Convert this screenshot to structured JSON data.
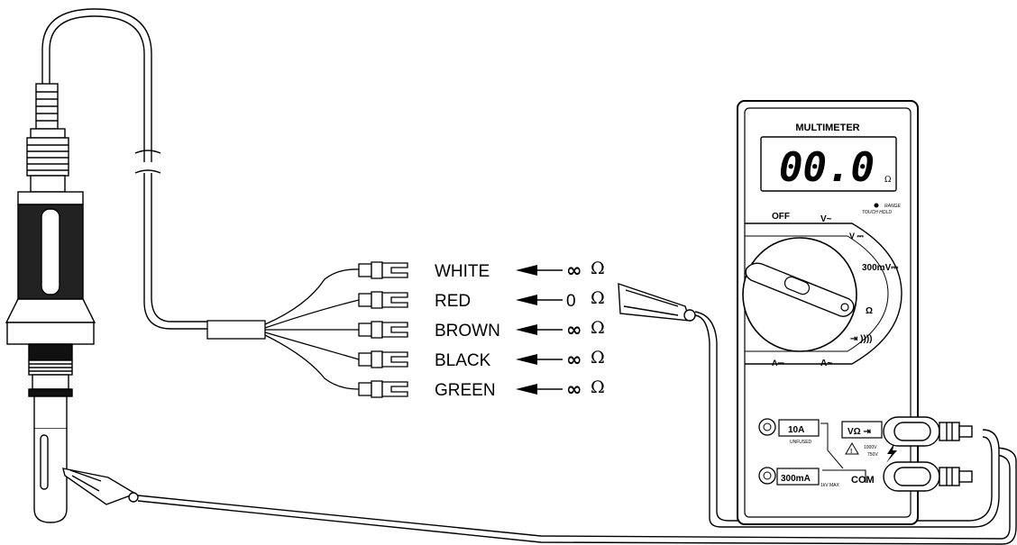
{
  "wires": [
    {
      "color": "WHITE",
      "reading": "∞"
    },
    {
      "color": "RED",
      "reading": "0"
    },
    {
      "color": "BROWN",
      "reading": "∞"
    },
    {
      "color": "BLACK",
      "reading": "∞"
    },
    {
      "color": "GREEN",
      "reading": "∞"
    }
  ],
  "ohm_symbol": "Ω",
  "multimeter": {
    "title": "MULTIMETER",
    "display_value": "00.0",
    "display_unit": "Ω",
    "range_label": "RANGE",
    "touch_hold_label": "TOUCH HOLD",
    "dial": {
      "off": "OFF",
      "v_ac": "V~",
      "v_dc": "V ⎓",
      "mv_dc": "300mV⎓",
      "ohm": "Ω",
      "diode_continuity": "⇥ ))))",
      "a_ac": "A~",
      "a_dc": "A⎓"
    },
    "jacks": {
      "amp10": "10A",
      "unfused": "UNFUSED",
      "ma300": "300mA",
      "max_1kv": "1kV MAX",
      "vohm": "VΩ ⇥",
      "com": "COM",
      "v1000": "1000V",
      "v750": "750V"
    }
  }
}
